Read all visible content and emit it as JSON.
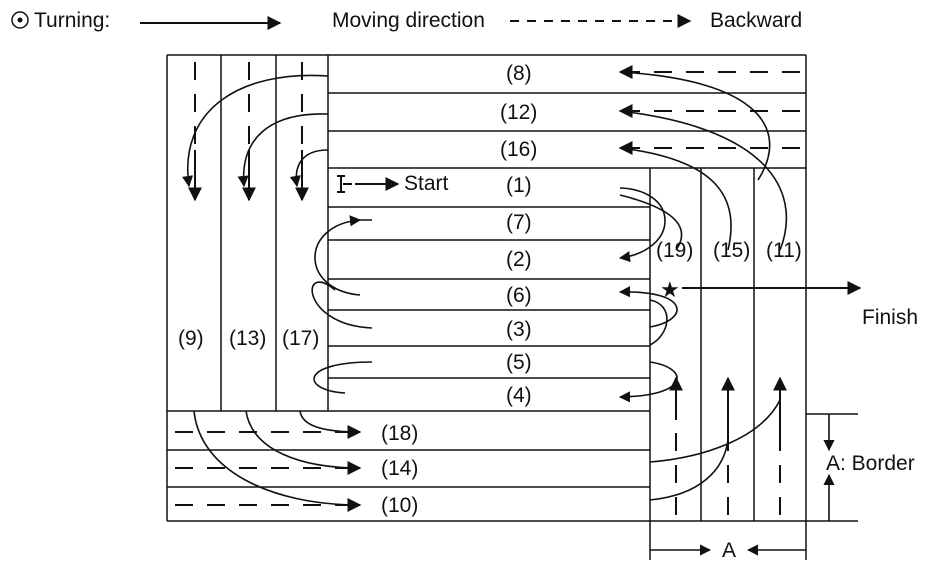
{
  "legend": {
    "turning": "Turning:",
    "moving": "Moving direction",
    "backward": "Backward"
  },
  "passes": [
    "(1)",
    "(2)",
    "(3)",
    "(4)",
    "(5)",
    "(6)",
    "(7)",
    "(8)",
    "(9)",
    "(10)",
    "(11)",
    "(12)",
    "(13)",
    "(14)",
    "(15)",
    "(16)",
    "(17)",
    "(18)",
    "(19)"
  ],
  "labels": {
    "start": "Start",
    "finish": "Finish",
    "border": "A: Border",
    "dimension": "A"
  },
  "colors": {
    "ink": "#111111",
    "background": "#ffffff"
  },
  "icons": {
    "turning": "circled-dot-icon",
    "finish": "star-icon"
  }
}
